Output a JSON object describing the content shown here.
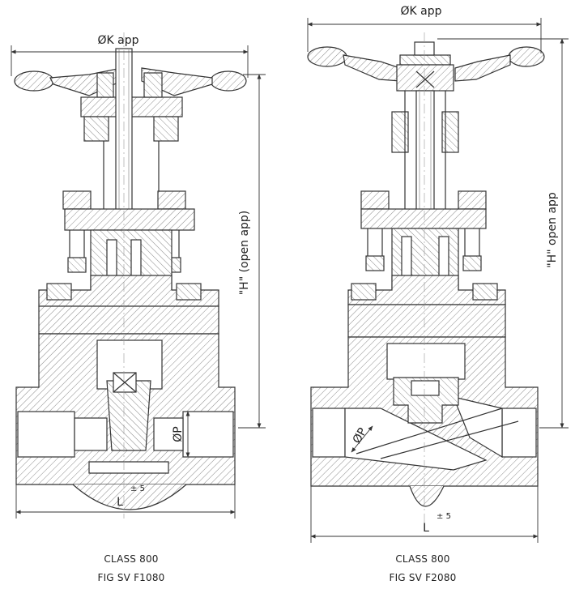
{
  "colors": {
    "line": "#333333",
    "hatch": "#777777",
    "paper": "#ffffff"
  },
  "left_drawing": {
    "dim_top": "ØK app",
    "dim_height": "\"H\" (open app)",
    "dim_port": "ØP",
    "dim_bottom": "L",
    "tolerance": "± 5",
    "caption_line1": "CLASS 800",
    "caption_line2": "FIG SV F1080"
  },
  "right_drawing": {
    "dim_top": "ØK app",
    "dim_height": "\"H\" open app",
    "dim_port": "ØP",
    "dim_bottom": "L",
    "tolerance": "± 5",
    "caption_line1": "CLASS 800",
    "caption_line2": "FIG SV F2080"
  }
}
